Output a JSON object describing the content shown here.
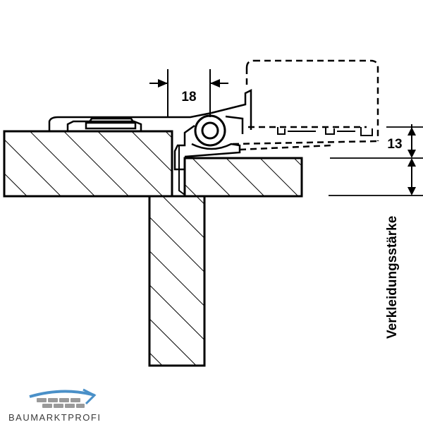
{
  "diagram": {
    "dimension_top": "18",
    "dimension_right": "13",
    "vertical_label": "Verkleidungsstärke"
  },
  "brand": {
    "name": "BAUMARKTPROFI",
    "colors": {
      "roof": "#4a90c8",
      "bricks": "#9a9a9a",
      "text": "#3a3a3a"
    }
  },
  "colors": {
    "ink": "#000000",
    "paper": "#ffffff"
  }
}
